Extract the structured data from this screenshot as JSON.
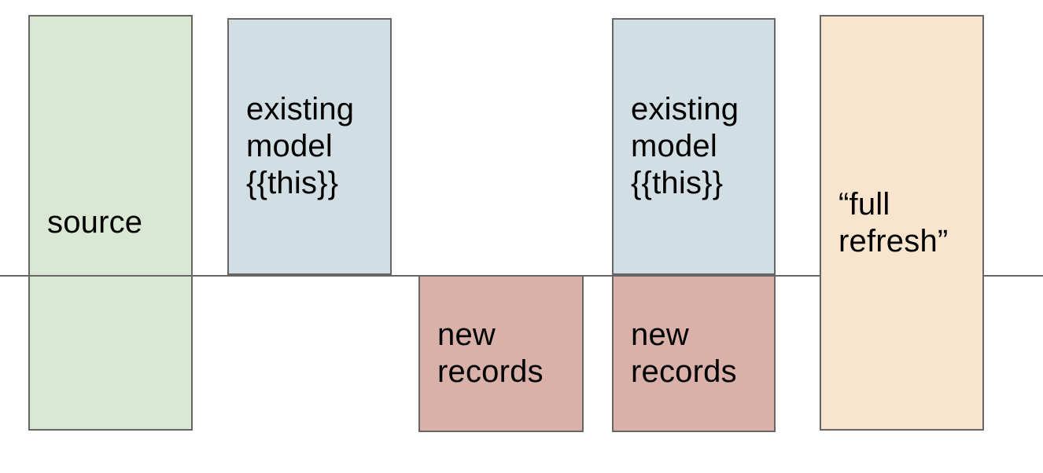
{
  "diagram": {
    "description": "incremental model materialization diagram",
    "boxes": [
      {
        "id": "source",
        "label": "source",
        "fill": "green",
        "position_vs_line": "spans-line"
      },
      {
        "id": "existing-model-1",
        "label": "existing model {{this}}",
        "fill": "blue",
        "position_vs_line": "above-line"
      },
      {
        "id": "new-records-1",
        "label": "new records",
        "fill": "red",
        "position_vs_line": "below-line"
      },
      {
        "id": "existing-model-2",
        "label": "existing model {{this}}",
        "fill": "blue",
        "position_vs_line": "above-line"
      },
      {
        "id": "new-records-2",
        "label": "new records",
        "fill": "red",
        "position_vs_line": "below-line"
      },
      {
        "id": "full-refresh",
        "label": "“full refresh”",
        "fill": "orange",
        "position_vs_line": "spans-line"
      }
    ],
    "baseline": {
      "present": true,
      "orientation": "horizontal"
    }
  },
  "colors": {
    "canvas-bg": "#ffffff",
    "green-fill": "#d9e7d3",
    "blue-fill": "#d1dee3",
    "red-fill": "#dab1a8",
    "orange-fill": "#f9e5cd",
    "stroke": "#666666",
    "line": "#666666",
    "text": "#000000"
  }
}
